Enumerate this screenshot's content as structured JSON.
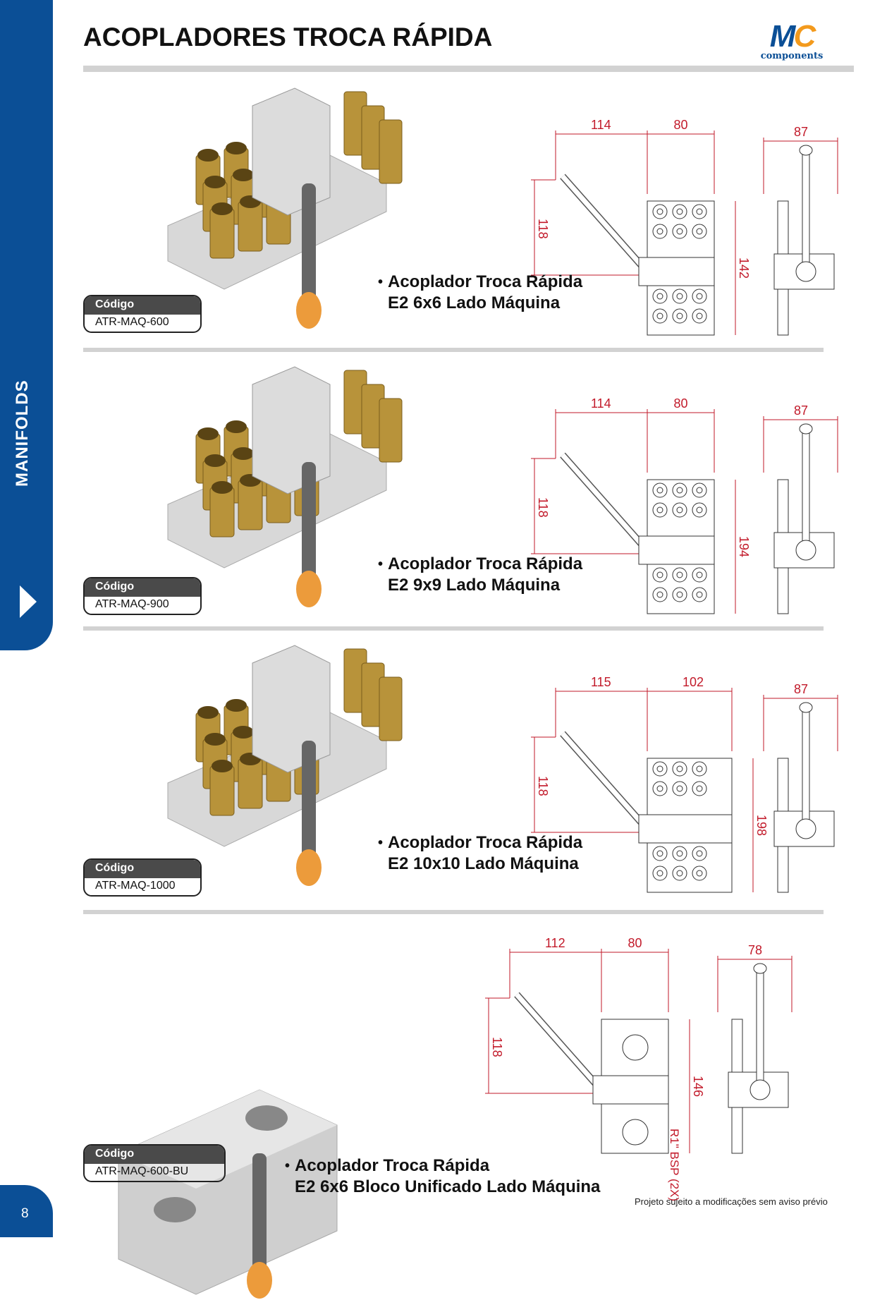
{
  "header": {
    "title": "ACOPLADORES TROCA RÁPIDA",
    "logo_text": "MC components"
  },
  "sidebar": {
    "label": "MANIFOLDS",
    "page_number": "8"
  },
  "code_label": "Código",
  "products": [
    {
      "code": "ATR-MAQ-600",
      "line1": "Acoplador Troca Rápida",
      "line2": "E2 6x6 Lado Máquina",
      "dims": {
        "lever": "114",
        "width": "80",
        "height_lever": "118",
        "total": "142",
        "side": "87"
      }
    },
    {
      "code": "ATR-MAQ-900",
      "line1": "Acoplador Troca Rápida",
      "line2": "E2 9x9 Lado Máquina",
      "dims": {
        "lever": "114",
        "width": "80",
        "height_lever": "118",
        "total": "194",
        "side": "87"
      }
    },
    {
      "code": "ATR-MAQ-1000",
      "line1": "Acoplador Troca Rápida",
      "line2": "E2 10x10 Lado Máquina",
      "dims": {
        "lever": "115",
        "width": "102",
        "height_lever": "118",
        "total": "198",
        "side": "87"
      }
    },
    {
      "code": "ATR-MAQ-600-BU",
      "line1": "Acoplador Troca Rápida",
      "line2": "E2 6x6 Bloco Unificado Lado Máquina",
      "dims": {
        "lever": "112",
        "width": "80",
        "height_lever": "118",
        "total": "146",
        "side": "78"
      },
      "thread": "R1\" BSP",
      "thread_qty": "(2X)"
    }
  ],
  "footer": "Projeto sujeito a modificações sem aviso prévio",
  "colors": {
    "brand": "#0b4f96",
    "accent": "#f39a1c",
    "dimension": "#c21a2a"
  }
}
